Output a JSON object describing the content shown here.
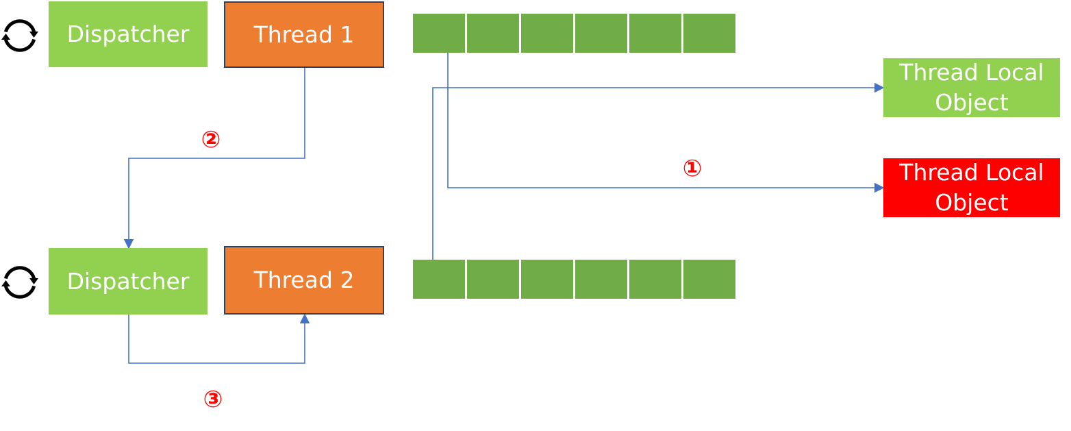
{
  "boxes": {
    "dispatcher_top": "Dispatcher",
    "thread_1": "Thread 1",
    "dispatcher_bottom": "Dispatcher",
    "thread_2": "Thread 2",
    "tlo_green": "Thread Local\nObject",
    "tlo_red": "Thread Local\nObject"
  },
  "steps": {
    "one": "①",
    "two": "②",
    "three": "③"
  },
  "strips": {
    "top_cells": 6,
    "bottom_cells": 6
  },
  "icons": {
    "cycle": "circular-arrows-icon"
  },
  "colors": {
    "dispatcher": "#92d050",
    "thread": "#ed7d31",
    "tlo_green": "#92d050",
    "tlo_red": "#ff0000",
    "strip": "#70ad47",
    "wire": "#4472c4",
    "step_label": "#ff0000"
  }
}
